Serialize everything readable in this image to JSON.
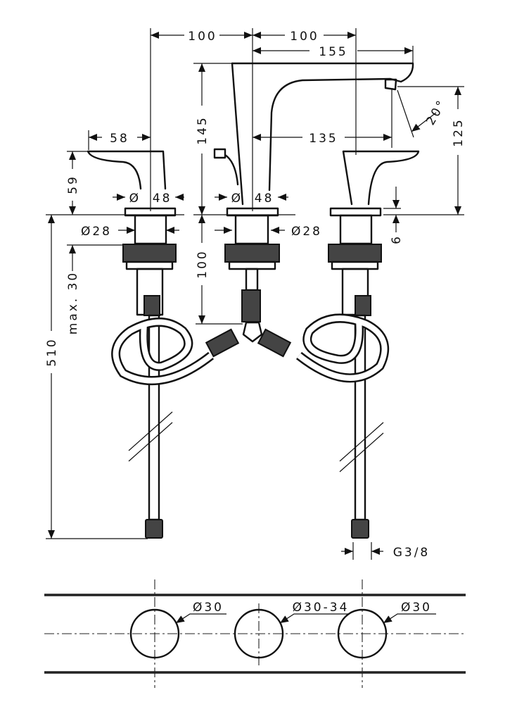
{
  "title": "Three-hole basin mixer dimension drawing",
  "dimensions": {
    "spacing_left": "100",
    "spacing_right": "100",
    "spout_reach": "155",
    "spout_height": "145",
    "outlet_reach": "135",
    "outlet_angle": "20°",
    "outlet_height": "125",
    "handle_reach": "58",
    "handle_height": "59",
    "base_left": "Ø  48",
    "base_center": "Ø  48",
    "shank_left": "Ø28",
    "shank_center": "Ø28",
    "plate": "6",
    "shank_length": "100",
    "max_deck": "max. 30",
    "total_length": "510",
    "connection": "G3/8"
  },
  "cutout": {
    "left_hole": "Ø30",
    "center_hole": "Ø30-34",
    "right_hole": "Ø30"
  }
}
